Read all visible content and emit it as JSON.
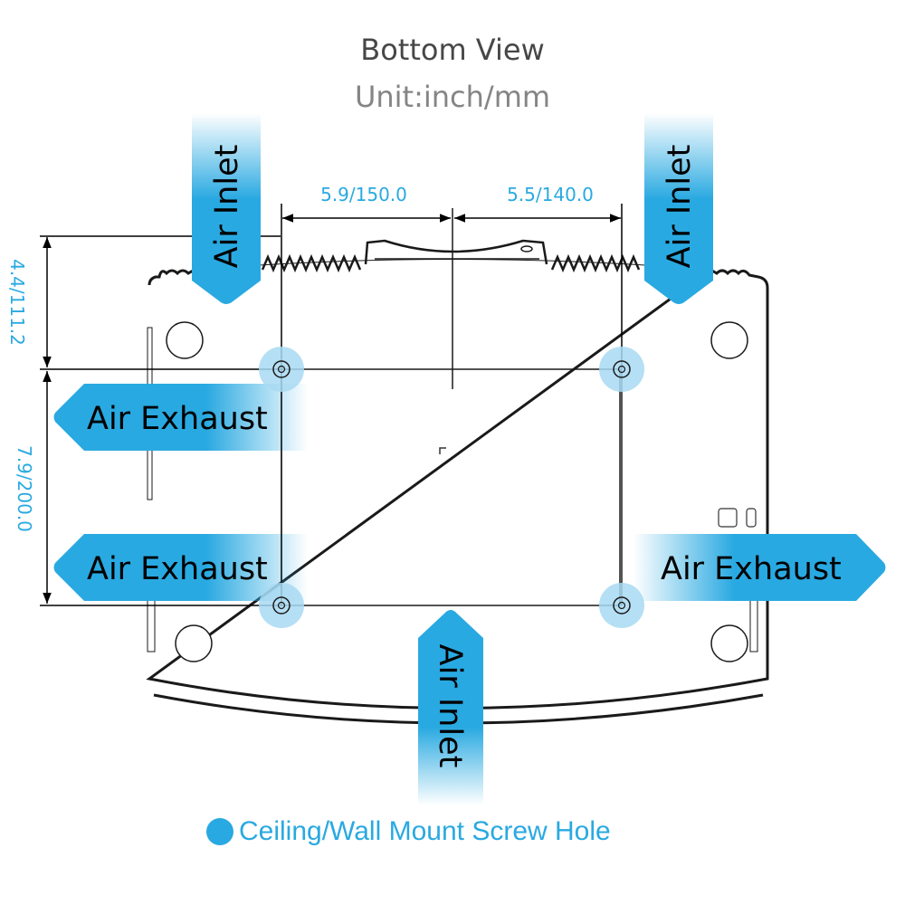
{
  "header": {
    "title": "Bottom View",
    "subtitle": "Unit:inch/mm"
  },
  "dimensions": {
    "top_left": "5.9/150.0",
    "top_right": "5.5/140.0",
    "left_upper": "4.4/111.2",
    "left_lower": "7.9/200.0"
  },
  "airflow_labels": {
    "inlet_top_left": "Air Inlet",
    "inlet_top_right": "Air Inlet",
    "inlet_bottom": "Air Inlet",
    "exhaust_left_upper": "Air Exhaust",
    "exhaust_left_lower": "Air Exhaust",
    "exhaust_right": "Air Exhaust"
  },
  "legend": {
    "label": "Ceiling/Wall Mount Screw Hole"
  },
  "colors": {
    "accent": "#29a9e1",
    "screw_halo": "#a8d9f2",
    "outline": "#1a1a1a"
  }
}
